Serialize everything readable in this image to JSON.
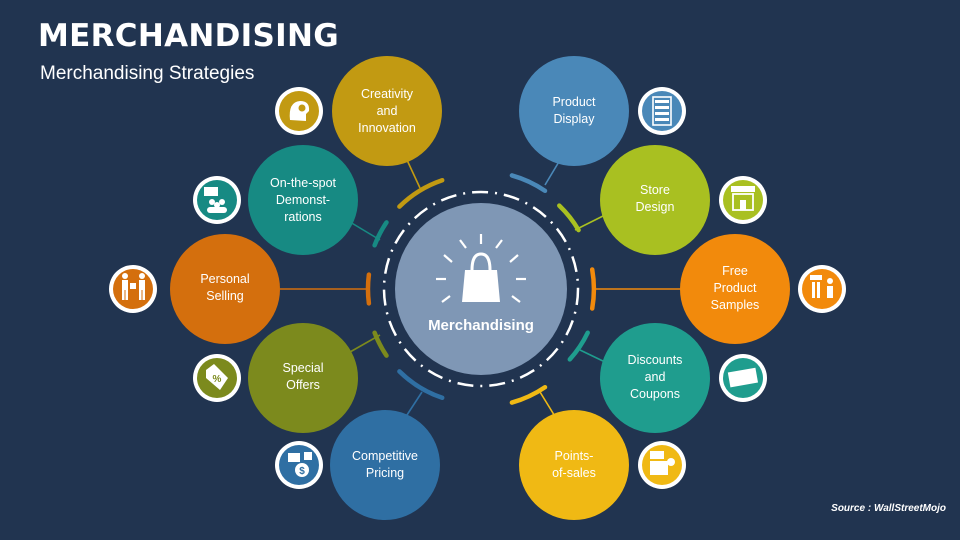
{
  "slide": {
    "title": "MERCHANDISING",
    "subtitle": "Merchandising Strategies",
    "source": "Source : WallStreetMojo"
  },
  "center": {
    "label": "Merchandising",
    "icon": "shopping-bag-icon",
    "color": "#7f97b5"
  },
  "strategies": {
    "creativity": {
      "lines": [
        "Creativity",
        "and",
        "Innovation"
      ],
      "icon": "lightbulb-head-icon",
      "color": "#c29a12"
    },
    "demonstrations": {
      "lines": [
        "On-the-spot",
        "Demonst-",
        "rations"
      ],
      "icon": "presentation-group-icon",
      "color": "#178a83"
    },
    "personal_selling": {
      "lines": [
        "Personal",
        "Selling"
      ],
      "icon": "salesperson-icon",
      "color": "#d46f0d"
    },
    "special_offers": {
      "lines": [
        "Special",
        "Offers"
      ],
      "icon": "price-tag-icon",
      "color": "#7c8a1d"
    },
    "competitive_pricing": {
      "lines": [
        "Competitive",
        "Pricing"
      ],
      "icon": "pricing-icon",
      "color": "#2f6fa3"
    },
    "product_display": {
      "lines": [
        "Product",
        "Display"
      ],
      "icon": "shelf-icon",
      "color": "#4a88b8"
    },
    "store_design": {
      "lines": [
        "Store",
        "Design"
      ],
      "icon": "storefront-icon",
      "color": "#a9c021"
    },
    "free_samples": {
      "lines": [
        "Free",
        "Product",
        "Samples"
      ],
      "icon": "sample-stand-icon",
      "color": "#f28a0c"
    },
    "discounts": {
      "lines": [
        "Discounts",
        "and",
        "Coupons"
      ],
      "icon": "coupon-icon",
      "color": "#1f9d8e"
    },
    "points_of_sale": {
      "lines": [
        "Points-",
        "of-sales"
      ],
      "icon": "cash-register-icon",
      "color": "#f0b914"
    }
  }
}
